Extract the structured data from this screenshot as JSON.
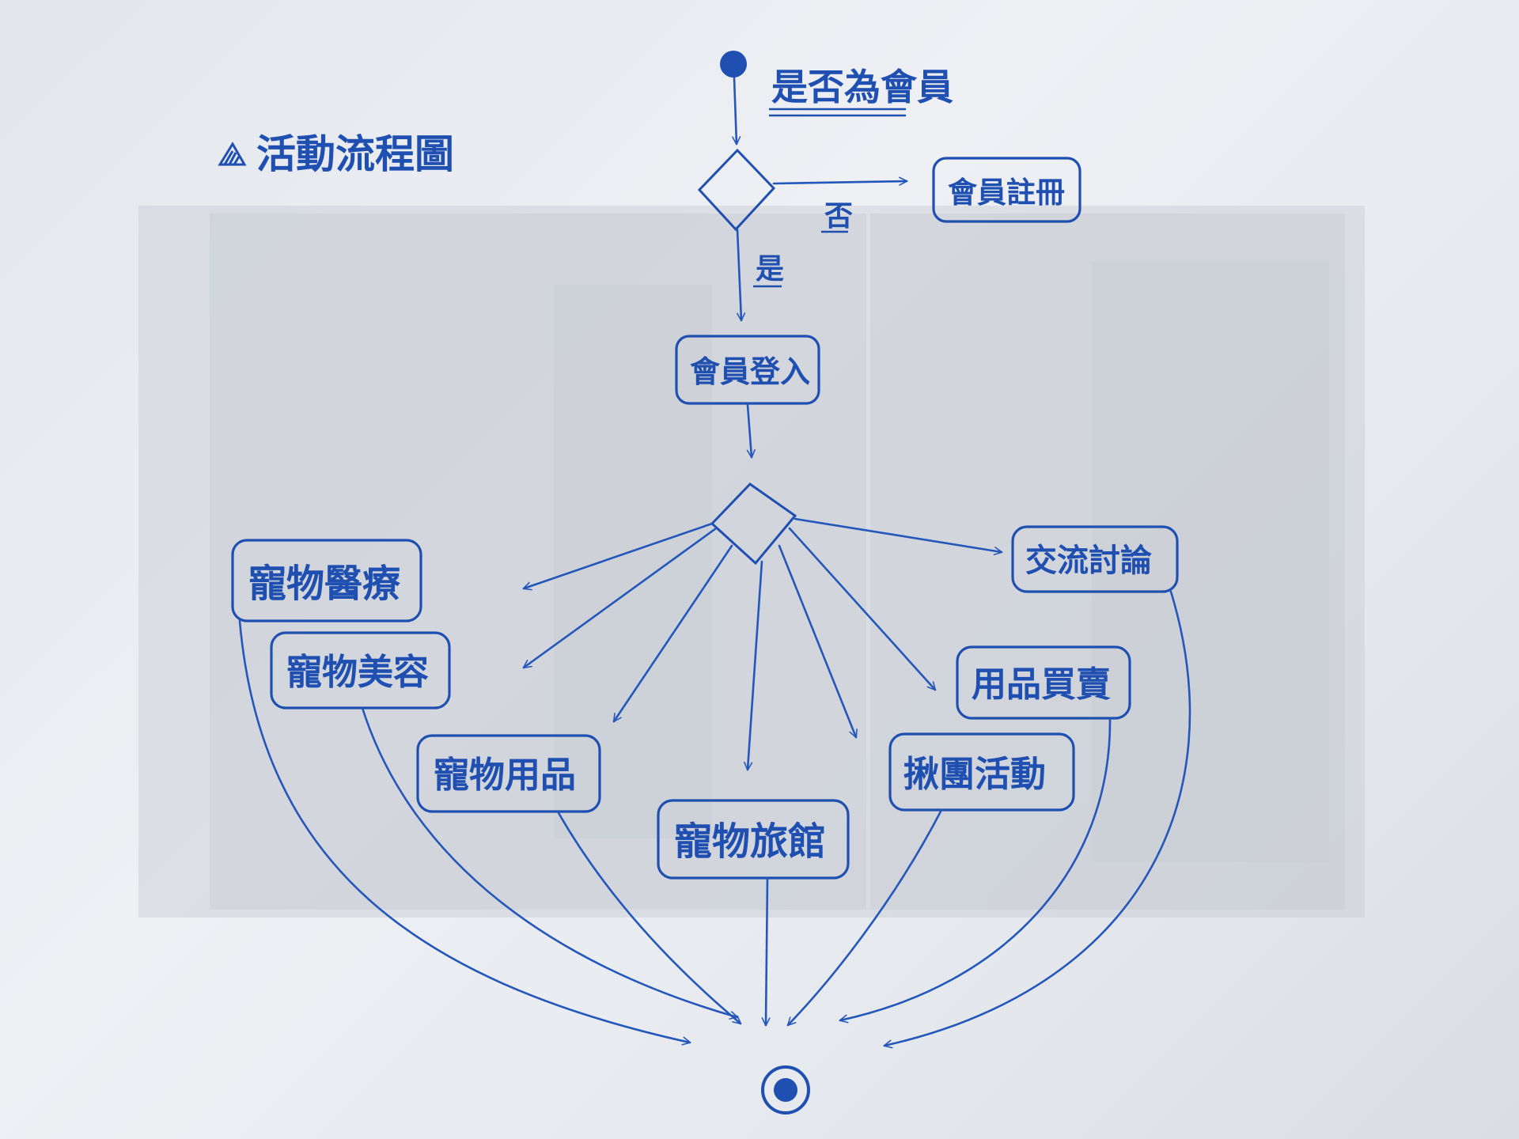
{
  "diagram": {
    "heading": "活動流程圖",
    "start_question": "是否為會員",
    "decision_no_label": "否",
    "decision_yes_label": "是",
    "nodes": {
      "register": "會員註冊",
      "login": "會員登入",
      "pet_medical": "寵物醫療",
      "pet_grooming": "寵物美容",
      "pet_supplies": "寵物用品",
      "pet_hotel": "寵物旅館",
      "group_activity": "揪團活動",
      "supplies_trade": "用品買賣",
      "discussion": "交流討論"
    }
  },
  "colors": {
    "ink": "#1f4fb0",
    "paper": "#eceef2"
  }
}
